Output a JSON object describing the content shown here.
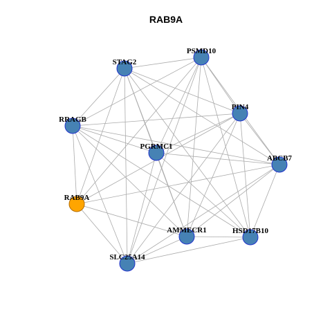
{
  "title": "RAB9A",
  "colors": {
    "node_fill": "#4682b4",
    "node_stroke": "#2233cc",
    "highlight_fill": "#ffa500",
    "highlight_stroke": "#b36b00",
    "edge": "#aaaaaa"
  },
  "nodes": [
    {
      "id": "PSMD10",
      "label": "PSMD10"
    },
    {
      "id": "STAG2",
      "label": "STAG2"
    },
    {
      "id": "PIN4",
      "label": "PIN4"
    },
    {
      "id": "RRAGB",
      "label": "RRAGB"
    },
    {
      "id": "PGRMC1",
      "label": "PGRMC1"
    },
    {
      "id": "ABCB7",
      "label": "ABCB7"
    },
    {
      "id": "RAB9A",
      "label": "RAB9A",
      "highlight": true
    },
    {
      "id": "AMMECR1",
      "label": "AMMECR1"
    },
    {
      "id": "HSD17B10",
      "label": "HSD17B10"
    },
    {
      "id": "SLC25A14",
      "label": "SLC25A14"
    }
  ],
  "edges": [
    [
      "STAG2",
      "PSMD10"
    ],
    [
      "STAG2",
      "PIN4"
    ],
    [
      "STAG2",
      "RRAGB"
    ],
    [
      "STAG2",
      "PGRMC1"
    ],
    [
      "STAG2",
      "ABCB7"
    ],
    [
      "STAG2",
      "RAB9A"
    ],
    [
      "STAG2",
      "AMMECR1"
    ],
    [
      "STAG2",
      "HSD17B10"
    ],
    [
      "STAG2",
      "SLC25A14"
    ],
    [
      "PSMD10",
      "PIN4"
    ],
    [
      "PSMD10",
      "RRAGB"
    ],
    [
      "PSMD10",
      "PGRMC1"
    ],
    [
      "PSMD10",
      "ABCB7"
    ],
    [
      "PSMD10",
      "RAB9A"
    ],
    [
      "PSMD10",
      "AMMECR1"
    ],
    [
      "PSMD10",
      "HSD17B10"
    ],
    [
      "PSMD10",
      "SLC25A14"
    ],
    [
      "PIN4",
      "RRAGB"
    ],
    [
      "PIN4",
      "PGRMC1"
    ],
    [
      "PIN4",
      "ABCB7"
    ],
    [
      "PIN4",
      "RAB9A"
    ],
    [
      "PIN4",
      "AMMECR1"
    ],
    [
      "PIN4",
      "HSD17B10"
    ],
    [
      "PIN4",
      "SLC25A14"
    ],
    [
      "RRAGB",
      "PGRMC1"
    ],
    [
      "RRAGB",
      "ABCB7"
    ],
    [
      "RRAGB",
      "AMMECR1"
    ],
    [
      "RRAGB",
      "HSD17B10"
    ],
    [
      "RRAGB",
      "SLC25A14"
    ],
    [
      "PGRMC1",
      "ABCB7"
    ],
    [
      "PGRMC1",
      "AMMECR1"
    ],
    [
      "PGRMC1",
      "HSD17B10"
    ],
    [
      "PGRMC1",
      "SLC25A14"
    ],
    [
      "ABCB7",
      "RAB9A"
    ],
    [
      "ABCB7",
      "AMMECR1"
    ],
    [
      "ABCB7",
      "HSD17B10"
    ],
    [
      "ABCB7",
      "SLC25A14"
    ],
    [
      "RAB9A",
      "AMMECR1"
    ],
    [
      "RAB9A",
      "SLC25A14"
    ],
    [
      "RRAGB",
      "RAB9A"
    ],
    [
      "AMMECR1",
      "HSD17B10"
    ],
    [
      "AMMECR1",
      "SLC25A14"
    ],
    [
      "HSD17B10",
      "SLC25A14"
    ]
  ]
}
